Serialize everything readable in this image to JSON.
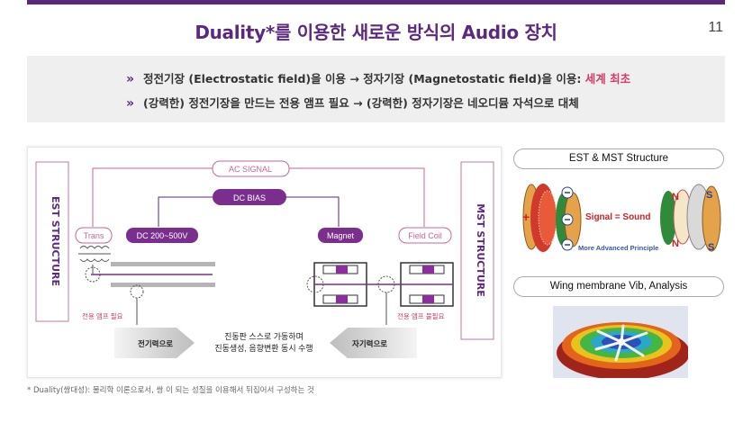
{
  "header": {
    "title": "Duality*를 이용한 새로운 방식의 Audio 장치",
    "page_number": "11"
  },
  "summary": {
    "bullet1_text": "정전기장 (Electrostatic field)을 이용 → 정자기장 (Magnetostatic field)을 이용: ",
    "bullet1_highlight": "세계 최초",
    "bullet2_text": "(강력한) 정전기장을 만드는 전용 앰프 필요 → (강력한) 정자기장은 네오디뮴 자석으로 대체"
  },
  "diagram": {
    "est_label": "EST STRUCTURE",
    "mst_label": "MST STRUCTURE",
    "ac_signal": "AC SIGNAL",
    "dc_bias": "DC BIAS",
    "trans": "Trans",
    "dc_voltage": "DC 200~500V",
    "magnet": "Magnet",
    "field_coil": "Field Coil",
    "amp_required": "전용 앰프 필요",
    "amp_not_required": "전용 앰프 불필요",
    "electric_force": "전기력으로",
    "magnetic_force": "자기력으로",
    "center_line1": "진동판 스스로 가동하며",
    "center_line2": "진동생성, 음향변환 동시 수행"
  },
  "side": {
    "box1_label": "EST & MST Structure",
    "signal_sound": "Signal = Sound",
    "more_advanced": "More Advanced Principle",
    "box2_label": "Wing membrane Vib, Analysis"
  },
  "footnote": "* Duality(쌍대성): 물리학 이론으로서, 쌍 이 되는 성질을 이용해서 뒤집어서 구성하는 것",
  "colors": {
    "accent": "#5b2a80",
    "highlight": "#d63a6a",
    "pink_line": "#c8649a"
  }
}
